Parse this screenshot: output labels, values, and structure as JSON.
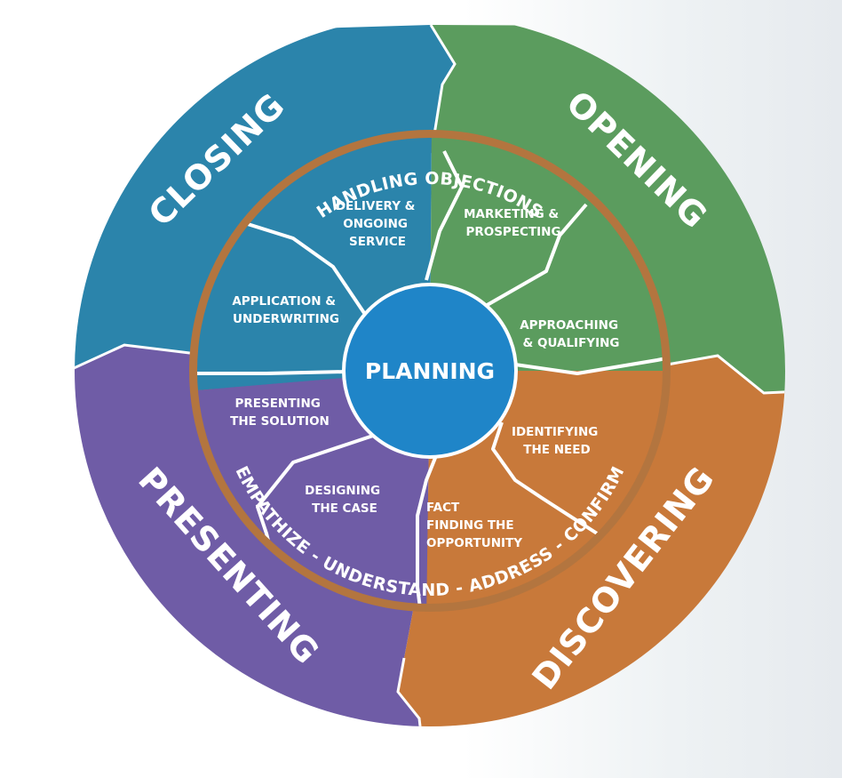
{
  "phases": {
    "closing": {
      "label": "CLOSING",
      "color": "#2b84ab"
    },
    "opening": {
      "label": "OPENING",
      "color": "#5b9c5e"
    },
    "discovering": {
      "label": "DISCOVERING",
      "color": "#c8793a"
    },
    "presenting": {
      "label": "PRESENTING",
      "color": "#6f5ca6"
    }
  },
  "ring": {
    "top_text": "HANDLING OBJECTIONS",
    "bottom_text": "EMPATHIZE - UNDERSTAND - ADDRESS - CONFIRM",
    "color": "#b3753f"
  },
  "center": {
    "label": "PLANNING",
    "color": "#1f85c8"
  },
  "steps": {
    "delivery": {
      "line1": "DELIVERY &",
      "line2": "ONGOING",
      "line3": "SERVICE"
    },
    "marketing": {
      "line1": "MARKETING &",
      "line2": "PROSPECTING"
    },
    "application": {
      "line1": "APPLICATION &",
      "line2": "UNDERWRITING"
    },
    "approaching": {
      "line1": "APPROACHING",
      "line2": "& QUALIFYING"
    },
    "identifying": {
      "line1": "IDENTIFYING",
      "line2": "THE NEED"
    },
    "presenting_solution": {
      "line1": "PRESENTING",
      "line2": "THE SOLUTION"
    },
    "designing": {
      "line1": "DESIGNING",
      "line2": "THE CASE"
    },
    "fact_finding": {
      "line1": "FACT",
      "line2": "FINDING THE",
      "line3": "OPPORTUNITY"
    }
  }
}
